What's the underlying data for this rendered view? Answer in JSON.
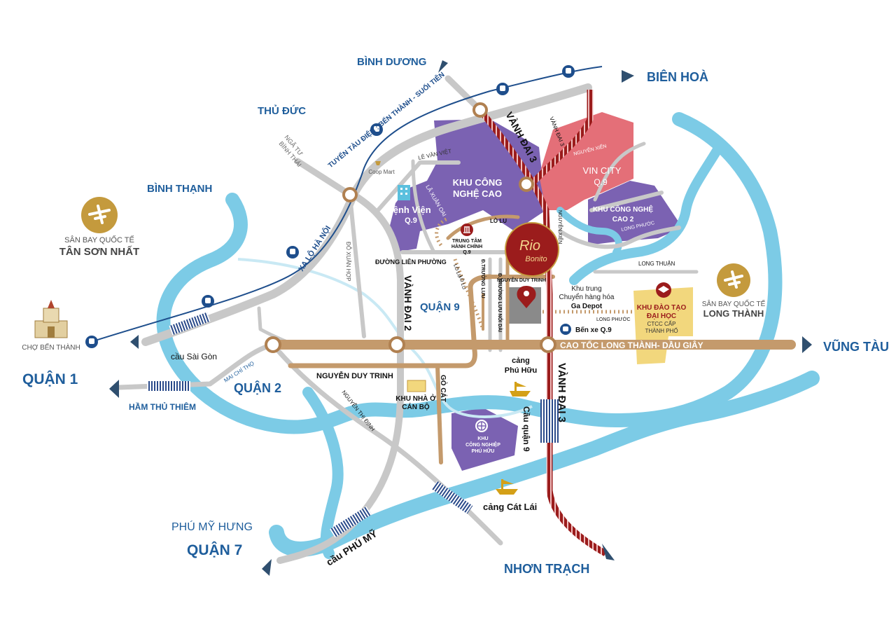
{
  "colors": {
    "river": "#7ccbe6",
    "road": "#c8c8c8",
    "main_road": "#c49a6c",
    "ring_road_3": "#9b1c1c",
    "metro_line": "#1e4e8c",
    "purple_zone": "#7b62b2",
    "pink_zone": "#e46f78",
    "yellow_zone": "#f2d77d",
    "region_text": "#1f5e9c",
    "airport": "#c49a3d"
  },
  "regions": {
    "binh_duong": "BÌNH DƯƠNG",
    "bien_hoa": "BIÊN HOÀ",
    "thu_duc": "THỦ ĐỨC",
    "binh_thanh": "BÌNH THẠNH",
    "quan_1": "QUẬN 1",
    "quan_2": "QUẬN 2",
    "quan_9": "QUẬN 9",
    "quan_7": "QUẬN 7",
    "phu_my_hung": "PHÚ MỸ HƯNG",
    "nhon_trach": "NHƠN TRẠCH",
    "vung_tau": "VŨNG TÀU"
  },
  "airports": {
    "tsn_line1": "SÂN BAY QUỐC TẾ",
    "tsn_line2": "TÂN SƠN NHẤT",
    "lt_line1": "SÂN BAY QUỐC TẾ",
    "lt_line2": "LONG THÀNH"
  },
  "landmarks": {
    "cho_ben_thanh": "CHỢ BẾN THÀNH",
    "coop_mart": "Coop Mart",
    "benh_vien_1": "Bệnh Viện",
    "benh_vien_2": "Q.9",
    "ttcc_1": "TRUNG TÂM",
    "ttcc_2": "HÀNH CHÍNH",
    "ttcc_3": "Q.9",
    "depot_1": "Khu trung",
    "depot_2": "Chuyển hàng hóa",
    "depot_3": "Ga Depot",
    "ben_xe": "Bến xe Q.9",
    "cang_phu_huu_1": "cảng",
    "cang_phu_huu_2": "Phú Hữu",
    "cang_cat_lai": "cảng Cát Lái",
    "khu_nha_o_1": "KHU NHÀ Ở",
    "khu_nha_o_2": "CÁN BỘ",
    "brand_1": "Rio",
    "brand_2": "Bonito"
  },
  "zones": {
    "khu_cnc_1": "KHU CÔNG",
    "khu_cnc_2": "NGHỆ CAO",
    "vin_city_1": "VIN CITY",
    "vin_city_2": "Q.9",
    "khu_cnc2_1": "KHU CÔNG NGHỆ",
    "khu_cnc2_2": "CAO 2",
    "khu_dao_tao_1": "KHU ĐÀO TẠO",
    "khu_dao_tao_2": "ĐẠI HỌC",
    "khu_dao_tao_3": "CTCC CẤP",
    "khu_dao_tao_4": "THÀNH PHỐ",
    "khu_cn_phu_huu_1": "KHU",
    "khu_cn_phu_huu_2": "CÔNG NGHIỆP",
    "khu_cn_phu_huu_3": "PHÚ HỮU"
  },
  "roads": {
    "metro": "TUYẾN TÀU ĐIỆN : BẾN THÀNH - SUỐI TIÊN",
    "nga_tu_1": "NGÃ TƯ",
    "nga_tu_2": "BÌNH THÁI",
    "xa_lo_ha_noi": "XA LỘ HÀ NỘI",
    "le_van_viet": "LÊ VĂN VIỆT",
    "la_xuan_oai": "LÃ XUÂN OAI",
    "do_xuan_hop": "ĐỖ XUÂN HỢP",
    "duong_lien_phuong": "ĐƯỜNG LIÊN PHƯỜNG",
    "lo_lu_1": "LÒ LU",
    "lo_lu_2": "LÒ LU",
    "lo_lu_3": "LÒ LU",
    "truong_luu": "Đ.TRƯỜNG LƯU",
    "truong_luu_noi_dai": "Đ.TRƯỜNG LƯU NỐI DÀI",
    "nguyen_duy_trinh_small": "NGUYỄN DUY TRINH",
    "nguyen_duy_trinh": "NGUYỄN DUY TRINH",
    "nguyen_xien_1": "NGUYỄN XIỂN",
    "nguyen_xien_2": "NGUYỄN XIỂN",
    "long_phuoc_1": "LONG PHƯỚC",
    "long_phuoc_2": "LONG PHƯỚC",
    "long_thuan": "LONG THUẬN",
    "vanh_dai_3_small": "VÀNH ĐAI 3",
    "vanh_dai_3_top": "VÀNH ĐAI 3",
    "vanh_dai_3_bottom": "VÀNH ĐAI 3",
    "vanh_dai_2": "VÀNH ĐAI 2",
    "cao_toc": "CAO TỐC LONG THÀNH- DẦU GIÂY",
    "mai_chi_tho": "MAI CHÍ THỌ",
    "nguyen_thi_dinh": "NGUYỄN THỊ ĐỊNH",
    "go_cat": "GÒ CÁT",
    "cau_sai_gon": "cầu Sài Gòn",
    "ham_thu_thiem": "HẦM THỦ THIÊM",
    "cau_phu_my": "cầu PHÚ MỸ",
    "cau_quan_9": "Cầu quận 9"
  }
}
